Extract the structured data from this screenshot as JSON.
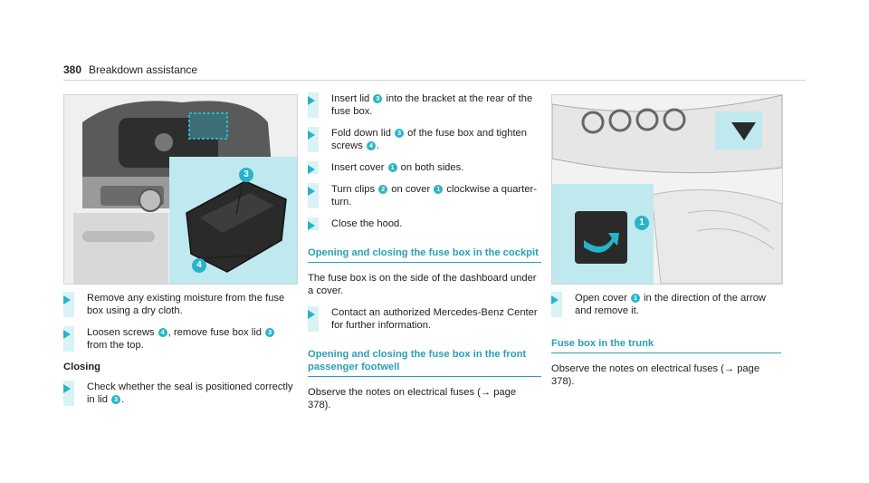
{
  "header": {
    "page_number": "380",
    "title": "Breakdown assistance"
  },
  "figure1": {
    "callouts": [
      "3",
      "4"
    ]
  },
  "figure2": {
    "callouts": [
      "1"
    ]
  },
  "col1": {
    "step1": {
      "a": "Remove any existing moisture from the fuse box using a dry cloth."
    },
    "step2": {
      "a": "Loosen screws ",
      "c1": "4",
      "b": ", remove fuse box lid ",
      "c2": "3",
      "c": " from the top."
    },
    "closing": "Closing",
    "step3": {
      "a": "Check whether the seal is positioned correctly in lid ",
      "c1": "3",
      "b": "."
    }
  },
  "col2": {
    "step1": {
      "a": "Insert lid ",
      "c1": "3",
      "b": " into the bracket at the rear of the fuse box."
    },
    "step2": {
      "a": "Fold down lid ",
      "c1": "3",
      "b": " of the fuse box and tighten screws ",
      "c2": "4",
      "c": "."
    },
    "step3": {
      "a": "Insert cover ",
      "c1": "1",
      "b": " on both sides."
    },
    "step4": {
      "a": "Turn clips ",
      "c1": "2",
      "b": " on cover ",
      "c2": "1",
      "c": " clockwise a quarter-turn."
    },
    "step5": {
      "a": "Close the hood."
    },
    "section1": "Opening and closing the fuse box in the cockpit",
    "para1": "The fuse box is on the side of the dashboard under a cover.",
    "step6": {
      "a": "Contact an authorized Mercedes-Benz Center for further information."
    },
    "section2": "Opening and closing the fuse box in the front passenger footwell",
    "para2": "Observe the notes on electrical fuses (→ page 378)."
  },
  "col3": {
    "step1": {
      "a": "Open cover ",
      "c1": "1",
      "b": " in the direction of the arrow and remove it."
    },
    "section1": "Fuse box in the trunk",
    "para1": "Observe the notes on electrical fuses (→ page 378)."
  }
}
